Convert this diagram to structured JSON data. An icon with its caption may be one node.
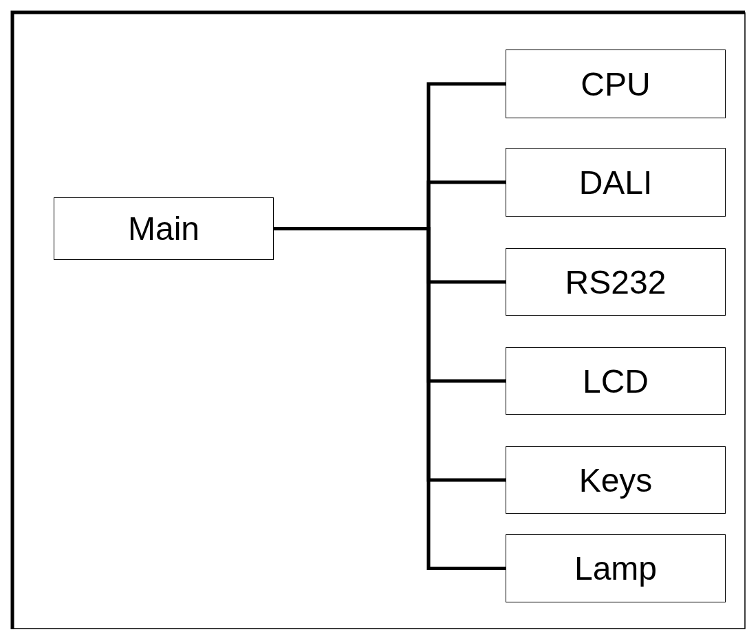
{
  "diagram": {
    "nodes": [
      {
        "text": [
          "Main"
        ]
      },
      {
        "text": [
          "CPU"
        ]
      },
      {
        "text": [
          "DALI"
        ]
      },
      {
        "text": [
          "RS232"
        ]
      },
      {
        "text": [
          "LCD"
        ]
      },
      {
        "text": [
          "Keys"
        ]
      },
      {
        "text": [
          "Lamp"
        ]
      }
    ],
    "edges": [
      {
        "from": 0,
        "to": 1,
        "arrow": "none"
      },
      {
        "from": 0,
        "to": 2,
        "arrow": "none"
      },
      {
        "from": 0,
        "to": 3,
        "arrow": "none"
      },
      {
        "from": 0,
        "to": 4,
        "arrow": "none"
      },
      {
        "from": 0,
        "to": 5,
        "arrow": "none"
      },
      {
        "from": 0,
        "to": 6,
        "arrow": "none"
      }
    ]
  }
}
